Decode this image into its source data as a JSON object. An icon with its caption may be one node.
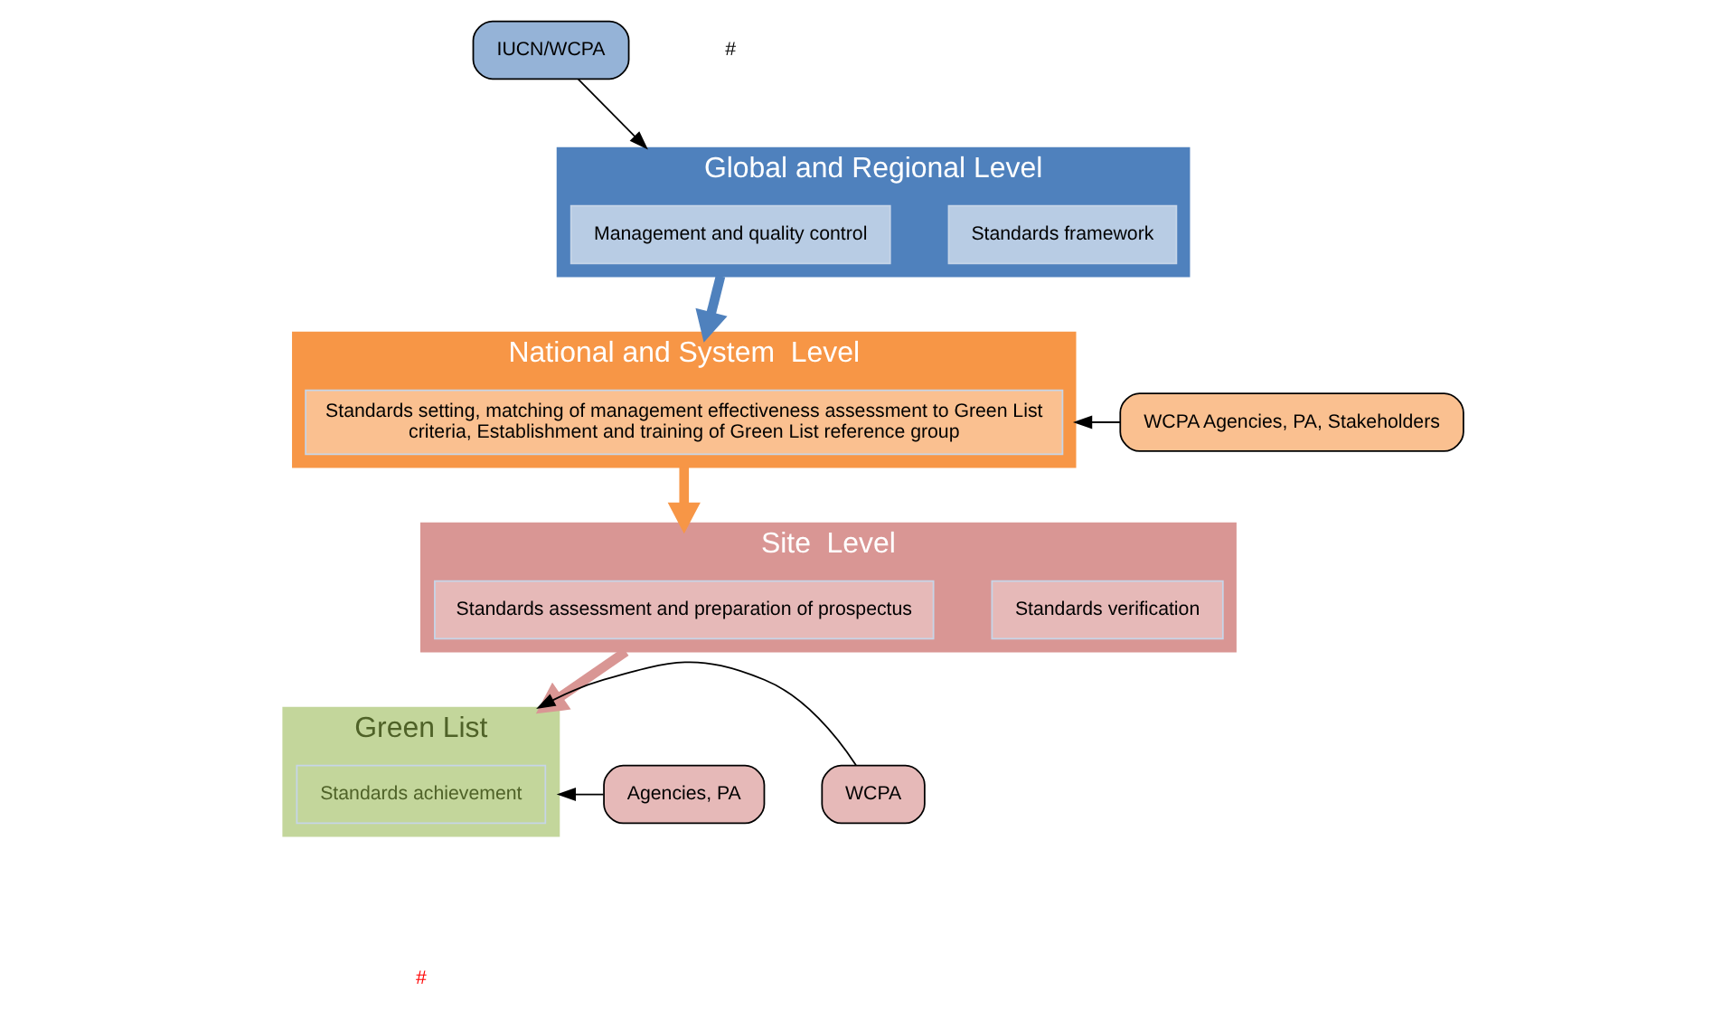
{
  "diagram": {
    "nodes": [
      {
        "text": [
          "Global and Regional Level"
        ]
      },
      {
        "text": [
          "Management and quality control"
        ],
        "in": 0
      },
      {
        "text": [
          "Standards framework"
        ],
        "in": 0
      },
      {
        "text": [
          "National and System  Level"
        ]
      },
      {
        "text": [
          "Standards setting, matching of management effectiveness assessment to Green List criteria, Establishment and training of Green List reference group"
        ],
        "in": 3
      },
      {
        "text": [
          "Site  Level"
        ]
      },
      {
        "text": [
          "Standards assessment and preparation of prospectus"
        ],
        "in": 5
      },
      {
        "text": [
          "Standards verification"
        ],
        "in": 5
      },
      {
        "text": [
          "Green List"
        ]
      },
      {
        "text": [
          "Standards achievement"
        ],
        "in": 8
      },
      {
        "text": [
          "IUCN/WCPA"
        ]
      },
      {
        "text": [
          "WCPA Agencies, PA, Stakeholders"
        ]
      },
      {
        "text": [
          "Agencies, PA"
        ]
      },
      {
        "text": [
          "WCPA"
        ]
      }
    ],
    "edges": [
      {
        "from": 10,
        "to": 0,
        "arrow": "to"
      },
      {
        "from": 0,
        "to": 3,
        "arrow": "to",
        "style": "thick",
        "color": "#4f81bd"
      },
      {
        "from": 11,
        "to": 3,
        "arrow": "to"
      },
      {
        "from": 3,
        "to": 5,
        "arrow": "to",
        "style": "thick",
        "color": "#f79646"
      },
      {
        "from": 5,
        "to": 8,
        "arrow": "to",
        "style": "thick",
        "color": "#d99694"
      },
      {
        "from": 12,
        "to": 8,
        "arrow": "to"
      },
      {
        "from": 13,
        "to": 8,
        "arrow": "to"
      }
    ],
    "labels": [
      "#",
      "#"
    ]
  }
}
